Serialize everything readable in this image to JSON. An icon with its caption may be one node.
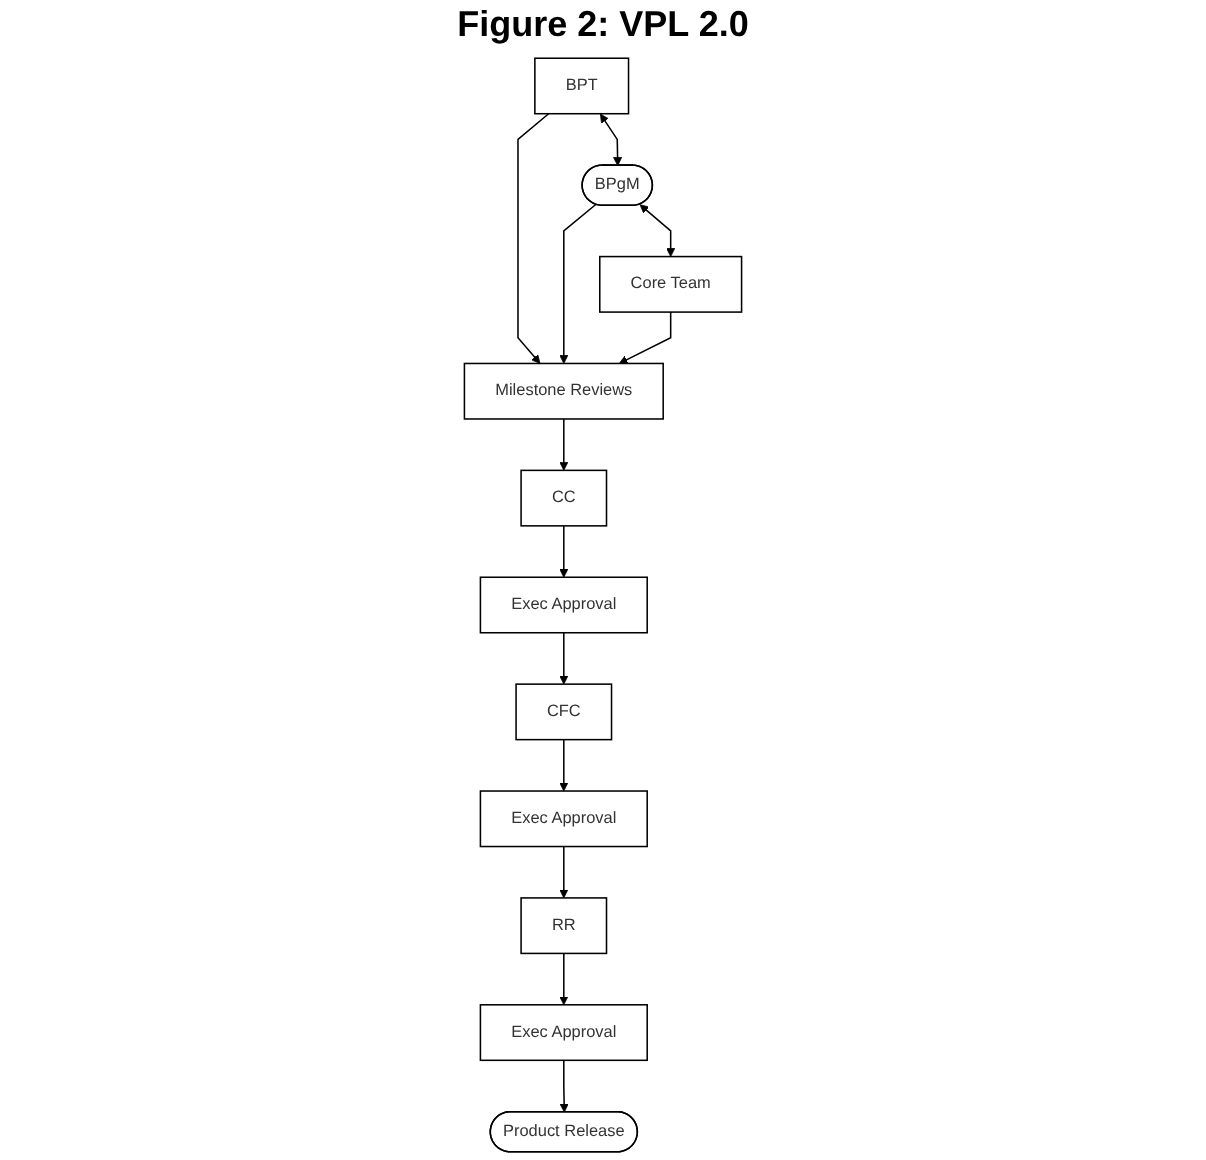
{
  "diagram": {
    "title": "Figure 2: VPL 2.0",
    "nodes": [
      {
        "text": [
          "BPT"
        ]
      },
      {
        "text": [
          "BPgM"
        ]
      },
      {
        "text": [
          "Core Team"
        ]
      },
      {
        "text": [
          "Milestone Reviews"
        ]
      },
      {
        "text": [
          "CC"
        ]
      },
      {
        "text": [
          "CFC"
        ]
      },
      {
        "text": [
          "RR"
        ]
      },
      {
        "text": [
          "Exec Approval"
        ]
      },
      {
        "text": [
          "Exec Approval"
        ]
      },
      {
        "text": [
          "Exec Approval"
        ]
      },
      {
        "text": [
          "Product Release"
        ]
      }
    ],
    "edges": [
      {
        "from": 0,
        "to": 1,
        "arrow": "both"
      },
      {
        "from": 1,
        "to": 2,
        "arrow": "both"
      },
      {
        "from": 0,
        "to": 3,
        "arrow": "to"
      },
      {
        "from": 1,
        "to": 3,
        "arrow": "to"
      },
      {
        "from": 2,
        "to": 3,
        "arrow": "to"
      },
      {
        "from": 3,
        "to": 4,
        "arrow": "to"
      },
      {
        "from": 4,
        "to": 7,
        "arrow": "to"
      },
      {
        "from": 7,
        "to": 5,
        "arrow": "to"
      },
      {
        "from": 5,
        "to": 8,
        "arrow": "to"
      },
      {
        "from": 8,
        "to": 6,
        "arrow": "to"
      },
      {
        "from": 6,
        "to": 9,
        "arrow": "to"
      },
      {
        "from": 9,
        "to": 10,
        "arrow": "to"
      }
    ]
  }
}
